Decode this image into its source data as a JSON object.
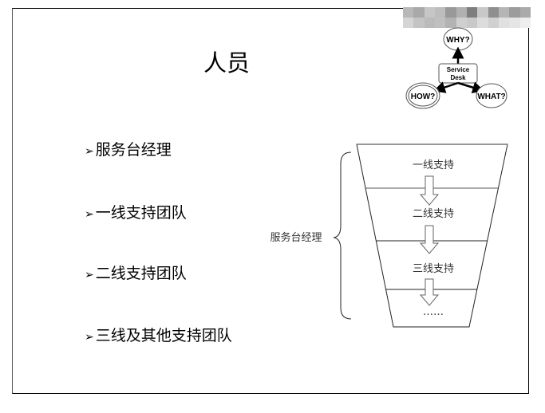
{
  "slide": {
    "title": "人员",
    "bullet_marker": "➢",
    "bullets": [
      "服务台经理",
      "一线支持团队",
      "二线支持团队",
      "三线及其他支持团队"
    ]
  },
  "logo": {
    "center": "Service Desk",
    "center_line1": "Service",
    "center_line2": "Desk",
    "top": "WHY?",
    "left": "HOW?",
    "right": "WHAT?"
  },
  "funnel": {
    "levels": [
      "一线支持",
      "二线支持",
      "三线支持",
      "……"
    ],
    "brace_label": "服务台经理"
  }
}
